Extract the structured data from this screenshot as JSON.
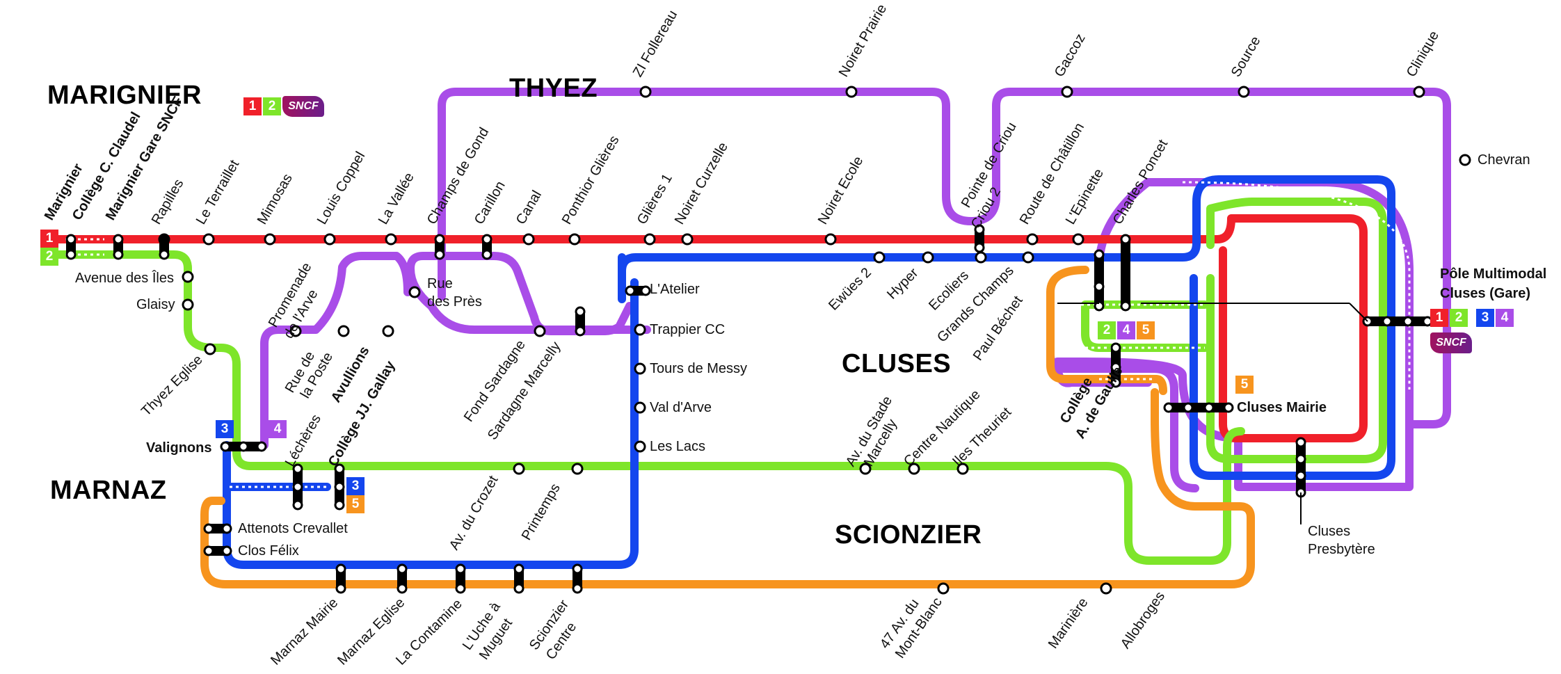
{
  "colors": {
    "line1": "#f0202a",
    "line2": "#7ee52a",
    "line3": "#1446ee",
    "line4": "#a94de8",
    "line5": "#f7941e"
  },
  "towns": {
    "marignier": "MARIGNIER",
    "thyez": "THYEZ",
    "cluses": "CLUSES",
    "marnaz": "MARNAZ",
    "scionzier": "SCIONZIER"
  },
  "badges": {
    "l1": "1",
    "l2": "2",
    "l3": "3",
    "l4": "4",
    "l5": "5",
    "sncf": "SNCF"
  },
  "stations": {
    "marignier": "Marignier",
    "college_claudel": "Collège C. Claudel",
    "marignier_gare": "Marignier Gare SNCF",
    "rapilles": "Rapilles",
    "le_terraillet": "Le Terraillet",
    "mimosas": "Mimosas",
    "louis_coppel": "Louis Coppel",
    "la_vallee": "La Vallée",
    "champs_de_gond": "Champs de Gond",
    "carillon": "Carillon",
    "canal": "Canal",
    "ponthior": "Ponthior Glières",
    "glieres1": "Glières 1",
    "noiret_curzelle": "Noiret Curzelle",
    "noiret_ecole": "Noiret Ecole",
    "pointe_de_criou": "Pointe de Criou",
    "criou2": "Criou 2",
    "route_chatillon": "Route de Châtillon",
    "lepinette": "L'Epinette",
    "charles_poncet": "Charles Poncet",
    "zi_follereau": "ZI Follereau",
    "noiret_prairie": "Noiret Prairie",
    "gaccoz": "Gaccoz",
    "source": "Source",
    "clinique": "Clinique",
    "chevran": "Chevran",
    "avenue_des_iles": "Avenue des Îles",
    "glaisy": "Glaisy",
    "thyez_eglise": "Thyez Eglise",
    "promenade_arve_1": "Promenade",
    "promenade_arve_2": "de l'Arve",
    "rue_poste_1": "Rue de",
    "rue_poste_2": "la Poste",
    "avullions": "Avullions",
    "rue_pres_1": "Rue",
    "rue_pres_2": "des Près",
    "fond_sardagne": "Fond Sardagne",
    "sardagne_marcelly": "Sardagne Marcelly",
    "latelier": "L'Atelier",
    "trappier": "Trappier CC",
    "tours_messy": "Tours de Messy",
    "val_arve": "Val d'Arve",
    "les_lacs": "Les Lacs",
    "ewues2": "Ewües 2",
    "hyper": "Hyper",
    "ecoliers": "Ecoliers",
    "grands_champs": "Grands Champs",
    "paul_bechet": "Paul Béchet",
    "college_gaulle_1": "Collège",
    "college_gaulle_2": "A. de Gaulle",
    "pole_1": "Pôle Multimodal",
    "pole_2": "Cluses (Gare)",
    "cluses_mairie": "Cluses Mairie",
    "cluses_presbytere_1": "Cluses",
    "cluses_presbytere_2": "Presbytère",
    "valignons": "Valignons",
    "lecheres": "Léchères",
    "college_gallay": "Collège JJ. Gallay",
    "av_crozet": "Av. du Crozet",
    "printemps": "Printemps",
    "av_stade_1": "Av. du Stade",
    "av_stade_2": "Marcelly",
    "centre_nautique": "Centre Nautique",
    "iles_theuriet": "Iles Theuriet",
    "attenots": "Attenots Crevallet",
    "clos_felix": "Clos Félix",
    "marnaz_mairie": "Marnaz Mairie",
    "marnaz_eglise": "Marnaz Eglise",
    "la_contamine": "La Contamine",
    "uche_1": "L'Uche à",
    "uche_2": "Muguet",
    "scionzier_centre_1": "Scionzier",
    "scionzier_centre_2": "Centre",
    "mont_blanc_1": "47 Av. du",
    "mont_blanc_2": "Mont-Blanc",
    "mariniere": "Marinière",
    "allobroges": "Allobroges"
  }
}
